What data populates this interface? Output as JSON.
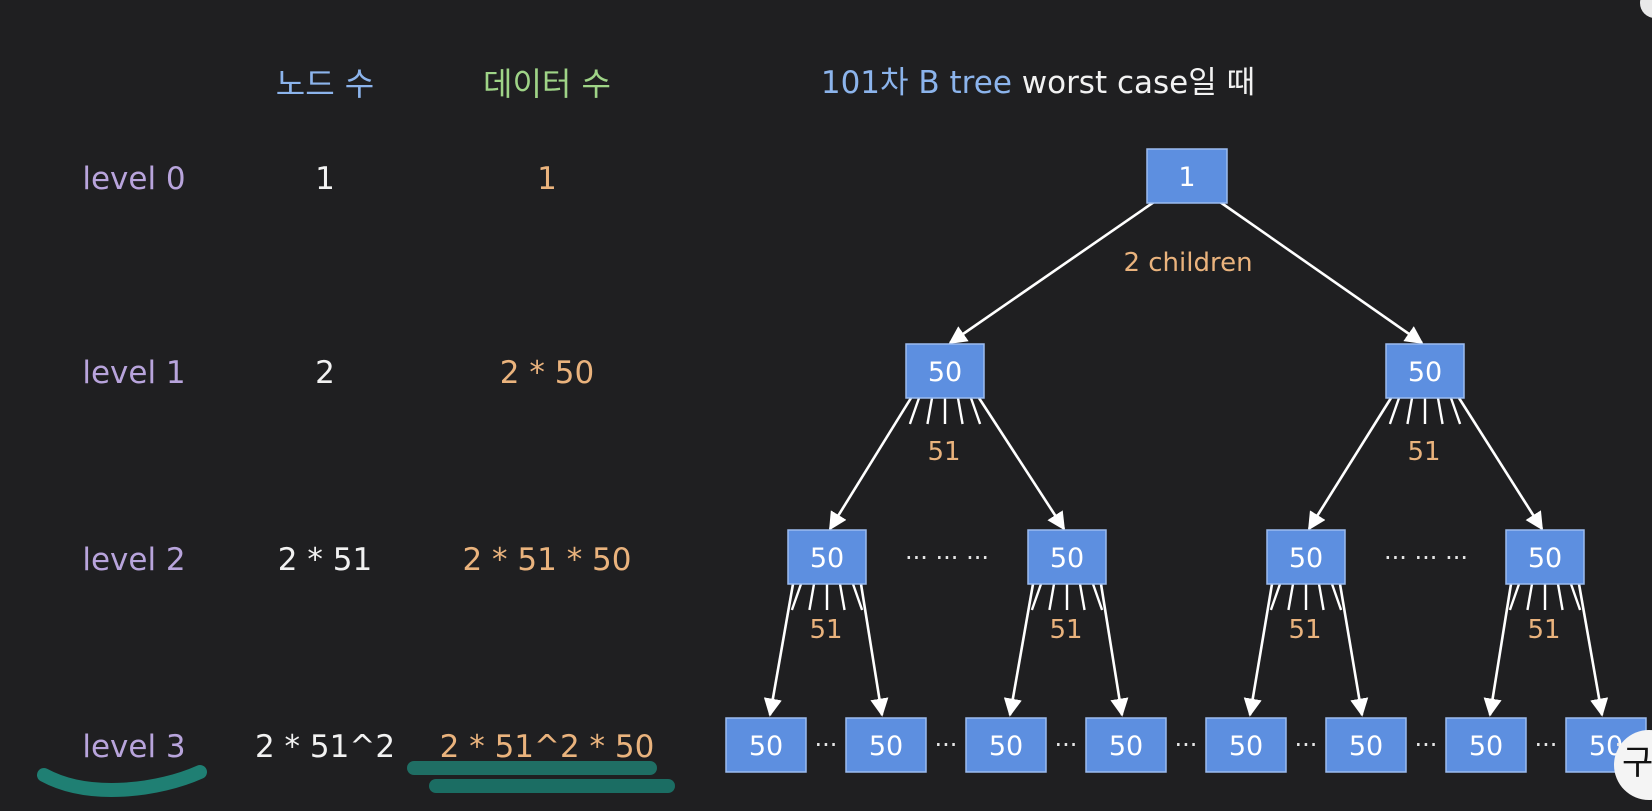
{
  "table": {
    "header_nodes": "노드 수",
    "header_data": "데이터 수",
    "rows": [
      {
        "level": "level 0",
        "nodes": "1",
        "data": "1"
      },
      {
        "level": "level 1",
        "nodes": "2",
        "data": "2 * 50"
      },
      {
        "level": "level 2",
        "nodes": "2 * 51",
        "data": "2 * 51 * 50"
      },
      {
        "level": "level 3",
        "nodes": "2 * 51^2",
        "data": "2 * 51^2 * 50"
      }
    ]
  },
  "diagram": {
    "title_part1": "101차 B tree",
    "title_part2": " worst case일 때",
    "root_label": "1",
    "root_children_label": "2 children",
    "node_label": "50",
    "fanout_label": "51",
    "ellipsis_mid": "··· ··· ···",
    "ellipsis_small": "···",
    "level3_node_count_visible": 8
  },
  "colors": {
    "background": "#1f1f21",
    "level_text": "#b8a4dc",
    "node_fill": "#5d8fe0",
    "data_count": "#eab37d",
    "header_nodes": "#8cb4ec",
    "header_data": "#9fd487",
    "highlight_marker": "#1f7f73"
  },
  "badge": {
    "glyph": "구"
  }
}
